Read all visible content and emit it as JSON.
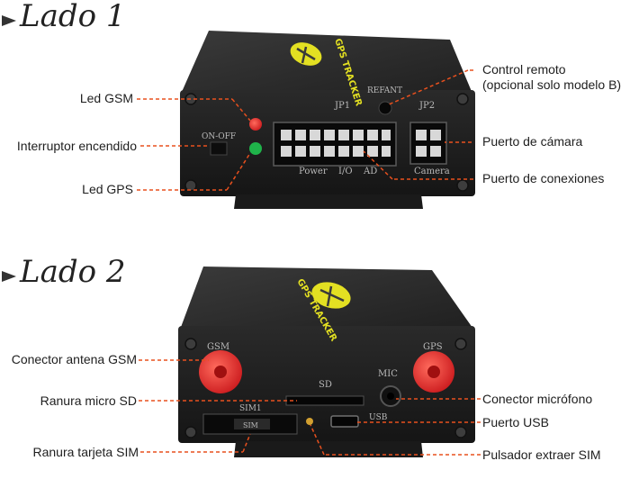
{
  "sections": [
    {
      "title": "Lado 1"
    },
    {
      "title": "Lado 2"
    }
  ],
  "side1": {
    "labels": {
      "led_gsm": "Led GSM",
      "power_switch": "Interruptor encendido",
      "led_gps": "Led GPS",
      "remote_control_line1": "Control remoto",
      "remote_control_line2": "(opcional solo modelo B)",
      "camera_port": "Puerto de cámara",
      "connection_port": "Puerto de conexiones"
    },
    "device_text": {
      "on_off": "ON-OFF",
      "jp1": "JP1",
      "jp2": "JP2",
      "refant": "REFANT",
      "power": "Power",
      "io": "I/O",
      "ad": "AD",
      "camera": "Camera",
      "top_label": "GPS TRACKER"
    }
  },
  "side2": {
    "labels": {
      "gsm_antenna": "Conector antena GSM",
      "micro_sd": "Ranura micro SD",
      "sim_slot": "Ranura tarjeta SIM",
      "mic_connector": "Conector micrófono",
      "usb_port": "Puerto USB",
      "sim_eject": "Pulsador extraer SIM"
    },
    "device_text": {
      "gsm": "GSM",
      "gps": "GPS",
      "sd": "SD",
      "mic": "MIC",
      "usb": "USB",
      "sim1": "SIM1",
      "sim": "SIM",
      "top_label": "GPS TRACKER"
    }
  },
  "colors": {
    "callout_line": "#e8501e",
    "led_red": "#e0101a",
    "led_green": "#1fb34a",
    "antenna_red": "#e5322a",
    "logo_yellow": "#e3e022"
  }
}
